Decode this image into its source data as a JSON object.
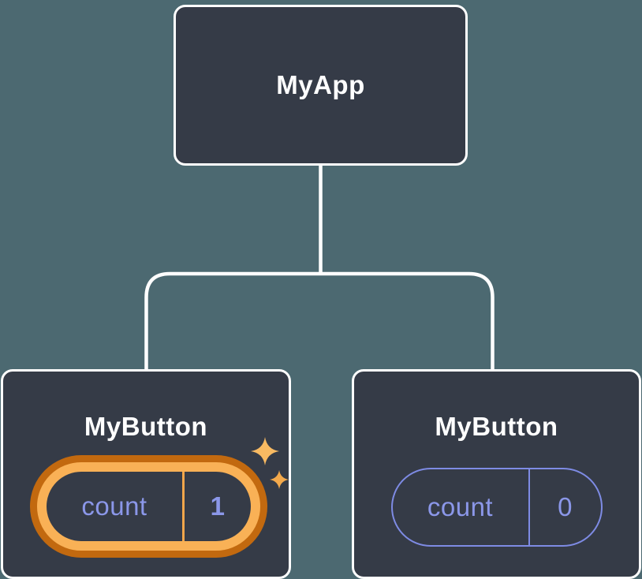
{
  "colors": {
    "bg": "#4c6971",
    "node-fill": "#353b47",
    "node-border": "#ffffff",
    "connector": "#ffffff",
    "purple-text": "#8b97e9",
    "purple-border": "#7e8be4",
    "ring-light": "#f9b156",
    "ring-dark": "#c2690f",
    "divider-orange": "#f2a64b",
    "sparkle-big": "#f8ba62",
    "sparkle-small": "#f3a94c"
  },
  "diagram": {
    "root": {
      "label": "MyApp"
    },
    "children": [
      {
        "label": "MyButton",
        "state": {
          "key": "count",
          "value": "1"
        },
        "highlighted": true
      },
      {
        "label": "MyButton",
        "state": {
          "key": "count",
          "value": "0"
        },
        "highlighted": false
      }
    ]
  }
}
